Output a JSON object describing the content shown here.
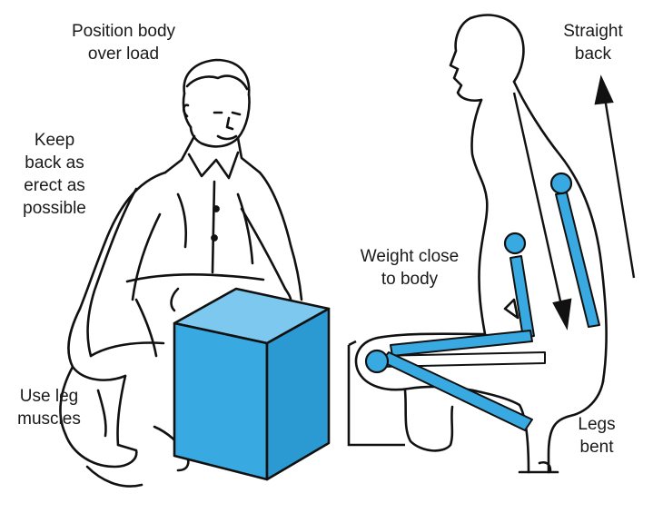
{
  "colors": {
    "accent_blue": "#39a9e1",
    "line": "#111111",
    "background": "#ffffff"
  },
  "labels": {
    "position_body": "Position body\nover load",
    "keep_back": "Keep\nback as\nerect as\npossible",
    "use_leg": "Use leg\nmuscles",
    "weight_close": "Weight close\nto body",
    "straight_back": "Straight\nback",
    "legs_bent": "Legs\nbent"
  },
  "icons": [
    "crouching-person-figure",
    "load-box",
    "side-silhouette-figure",
    "joint-marker",
    "direction-arrow"
  ]
}
